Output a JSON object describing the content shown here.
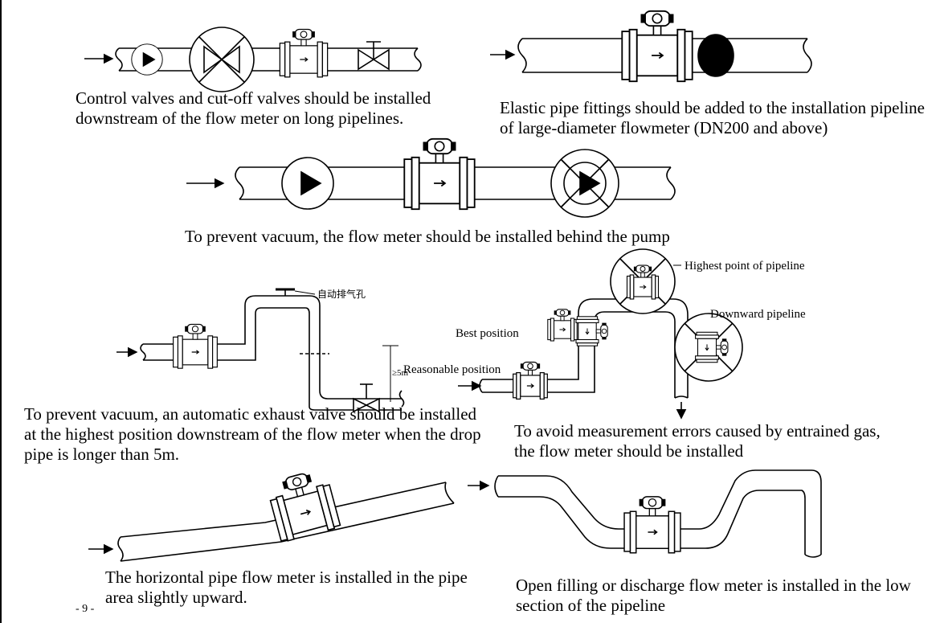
{
  "captions": {
    "p1": "Control valves and cut-off valves should be installed downstream of the flow meter on long pipelines.",
    "p2": "Elastic pipe fittings should be added to the installation pipeline of large-diameter flowmeter (DN200 and above)",
    "p3": "To prevent vacuum, the flow meter should be installed behind the pump",
    "p4": "To prevent vacuum, an automatic exhaust valve should be installed at the highest position downstream of the flow meter when the drop pipe is longer than 5m.",
    "p5": "To avoid measurement errors caused by entrained gas, the flow meter should be installed",
    "p6": "The horizontal pipe flow meter is installed in the pipe area slightly upward.",
    "p7": "Open filling or discharge flow meter is installed in the low section of the pipeline"
  },
  "labels": {
    "exhaust": "自动排气孔",
    "drop": "≥5m",
    "highest": "Highest point of pipeline",
    "downward": "Downward pipeline",
    "best": "Best position",
    "reasonable": "Reasonable position"
  },
  "page_number": "- 9 -"
}
